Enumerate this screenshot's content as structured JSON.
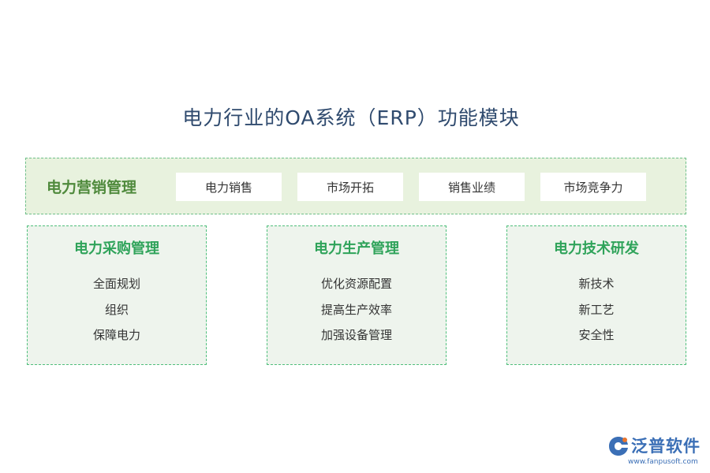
{
  "title": "电力行业的OA系统（ERP）功能模块",
  "top_module": {
    "label": "电力营销管理",
    "items": [
      "电力销售",
      "市场开拓",
      "销售业绩",
      "市场竞争力"
    ]
  },
  "modules": [
    {
      "title": "电力采购管理",
      "items": [
        "全面规划",
        "组织",
        "保障电力"
      ]
    },
    {
      "title": "电力生产管理",
      "items": [
        "优化资源配置",
        "提高生产效率",
        "加强设备管理"
      ]
    },
    {
      "title": "电力技术研发",
      "items": [
        "新技术",
        "新工艺",
        "安全性"
      ]
    }
  ],
  "logo": {
    "name": "泛普软件",
    "url": "www.fanpusoft.com"
  },
  "colors": {
    "title": "#2f4a6e",
    "top_band_bg": "#e8f2de",
    "top_band_label": "#4f8a3c",
    "panel_bg": "#eef4ed",
    "panel_title": "#2fa35a",
    "logo": "#3b6fb6"
  }
}
